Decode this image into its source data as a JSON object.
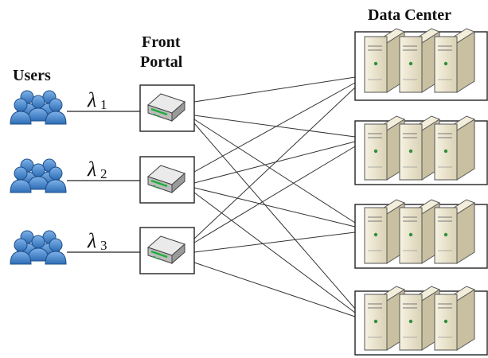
{
  "labels": {
    "data_center": "Data Center",
    "front": "Front",
    "portal": "Portal",
    "users": "Users"
  },
  "lambdas": [
    {
      "symbol": "λ",
      "sub": "1"
    },
    {
      "symbol": "λ",
      "sub": "2"
    },
    {
      "symbol": "λ",
      "sub": "3"
    }
  ],
  "icons": {
    "user_group": "users-group-icon",
    "portal": "router-icon",
    "server": "server-tower-icon"
  },
  "colors": {
    "user_blue": "#3d7ec6",
    "router_body": "#dcdcdc",
    "router_led": "#1fae3c",
    "server_beige": "#ece6cf"
  }
}
